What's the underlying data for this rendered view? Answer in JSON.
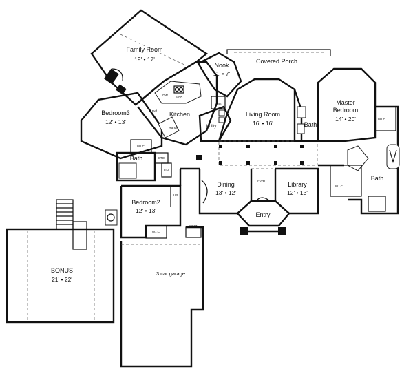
{
  "rooms": {
    "family_room": {
      "name": "Family Room",
      "dims": "19' • 17'"
    },
    "nook": {
      "name": "Nook",
      "dims": "11' • 7'"
    },
    "covered_porch": {
      "name": "Covered Porch"
    },
    "kitchen": {
      "name": "Kitchen"
    },
    "bedroom3": {
      "name": "Bedroom3",
      "dims": "12' • 13'"
    },
    "living_room": {
      "name": "Living Room",
      "dims": "16' • 16'"
    },
    "master_bedroom": {
      "name": "Master",
      "name2": "Bedroom",
      "dims": "14' • 20'"
    },
    "bath_master": {
      "name": "Bath"
    },
    "bath_hall": {
      "name": "Bath"
    },
    "bath_mid": {
      "name": "Bath"
    },
    "dining": {
      "name": "Dining",
      "dims": "13' • 12'"
    },
    "library": {
      "name": "Library",
      "dims": "12' • 13'"
    },
    "entry": {
      "name": "Entry"
    },
    "bedroom2": {
      "name": "Bedroom2",
      "dims": "12' • 13'"
    },
    "garage": {
      "name": "3 car garage"
    },
    "bonus": {
      "name": "BONUS",
      "dims": "21' • 22'"
    },
    "utility": {
      "name": "Utility"
    }
  },
  "small_labels": {
    "wic_bed3": "W.I.C.",
    "wic_master": "W.I.C.",
    "wic_master2": "W.I.C.",
    "wic_bed2": "W.I.C.",
    "foyer": "Foyer",
    "range": "Range",
    "pantry": "Pan.",
    "refrigerator": "Ref.",
    "storage": "STO.",
    "linen": "LIN.",
    "up": "UP",
    "down": "DOWN",
    "dw": "DW",
    "sink": "SINK"
  }
}
